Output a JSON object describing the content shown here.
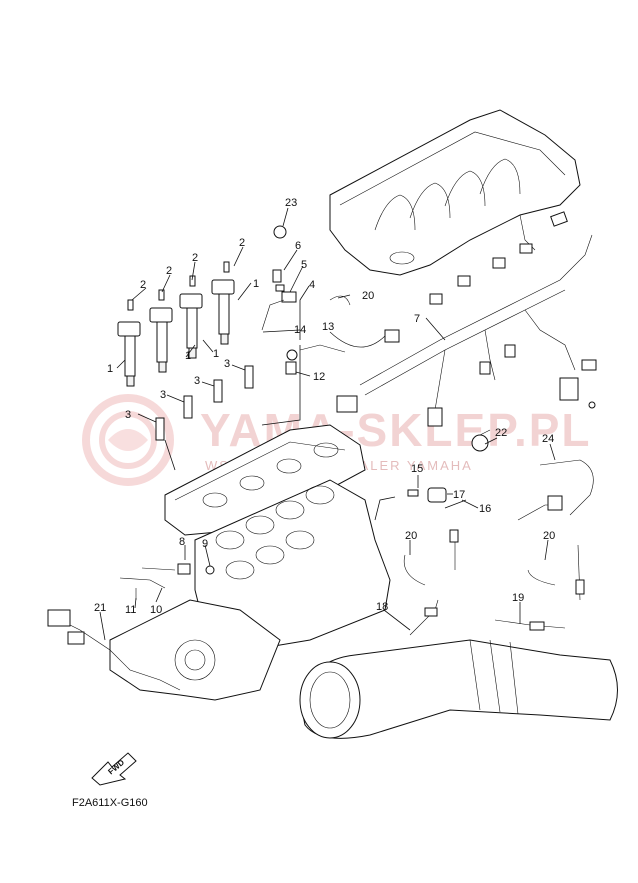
{
  "watermark": {
    "title": "YAMA-SKLEP.PL",
    "subtitle": "WSZYSTKO CZ | DEALER YAMAHA"
  },
  "diagram_code": "F2A611X-G160",
  "fwd_label": "FWD",
  "callouts": [
    {
      "id": "c23",
      "label": "23"
    },
    {
      "id": "c2a",
      "label": "2"
    },
    {
      "id": "c2b",
      "label": "2"
    },
    {
      "id": "c2c",
      "label": "2"
    },
    {
      "id": "c2d",
      "label": "2"
    },
    {
      "id": "c6",
      "label": "6"
    },
    {
      "id": "c5",
      "label": "5"
    },
    {
      "id": "c4",
      "label": "4"
    },
    {
      "id": "c20a",
      "label": "20"
    },
    {
      "id": "c1a",
      "label": "1"
    },
    {
      "id": "c1b",
      "label": "1"
    },
    {
      "id": "c1c",
      "label": "1"
    },
    {
      "id": "c1d",
      "label": "1"
    },
    {
      "id": "c13",
      "label": "13"
    },
    {
      "id": "c14",
      "label": "14"
    },
    {
      "id": "c7",
      "label": "7"
    },
    {
      "id": "c12",
      "label": "12"
    },
    {
      "id": "c3a",
      "label": "3"
    },
    {
      "id": "c3b",
      "label": "3"
    },
    {
      "id": "c3c",
      "label": "3"
    },
    {
      "id": "c3d",
      "label": "3"
    },
    {
      "id": "c22",
      "label": "22"
    },
    {
      "id": "c24",
      "label": "24"
    },
    {
      "id": "c15",
      "label": "15"
    },
    {
      "id": "c17",
      "label": "17"
    },
    {
      "id": "c16",
      "label": "16"
    },
    {
      "id": "c8",
      "label": "8"
    },
    {
      "id": "c9",
      "label": "9"
    },
    {
      "id": "c20b",
      "label": "20"
    },
    {
      "id": "c20c",
      "label": "20"
    },
    {
      "id": "c11",
      "label": "11"
    },
    {
      "id": "c10",
      "label": "10"
    },
    {
      "id": "c21",
      "label": "21"
    },
    {
      "id": "c18",
      "label": "18"
    },
    {
      "id": "c19",
      "label": "19"
    }
  ]
}
